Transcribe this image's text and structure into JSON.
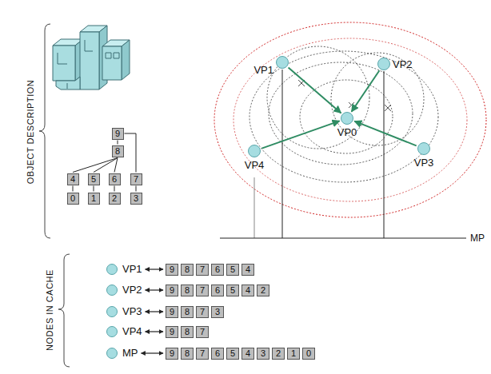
{
  "diagram": {
    "nodes": [
      {
        "text": [
          "9"
        ]
      },
      {
        "text": [
          "8"
        ]
      },
      {
        "text": [
          "4"
        ]
      },
      {
        "text": [
          "5"
        ]
      },
      {
        "text": [
          "6"
        ]
      },
      {
        "text": [
          "7"
        ]
      },
      {
        "text": [
          "0"
        ]
      },
      {
        "text": [
          "1"
        ]
      },
      {
        "text": [
          "2"
        ]
      },
      {
        "text": [
          "3"
        ]
      },
      {
        "text": [
          "VP1"
        ]
      },
      {
        "text": [
          "VP2"
        ]
      },
      {
        "text": [
          "VP0"
        ]
      },
      {
        "text": [
          "VP4"
        ]
      },
      {
        "text": [
          "VP3"
        ]
      },
      {
        "text": [
          "VP1"
        ]
      },
      {
        "text": [
          "9"
        ]
      },
      {
        "text": [
          "8"
        ]
      },
      {
        "text": [
          "7"
        ]
      },
      {
        "text": [
          "6"
        ]
      },
      {
        "text": [
          "5"
        ]
      },
      {
        "text": [
          "4"
        ]
      },
      {
        "text": [
          "VP2"
        ]
      },
      {
        "text": [
          "9"
        ]
      },
      {
        "text": [
          "8"
        ]
      },
      {
        "text": [
          "7"
        ]
      },
      {
        "text": [
          "6"
        ]
      },
      {
        "text": [
          "5"
        ]
      },
      {
        "text": [
          "4"
        ]
      },
      {
        "text": [
          "2"
        ]
      },
      {
        "text": [
          "VP3"
        ]
      },
      {
        "text": [
          "9"
        ]
      },
      {
        "text": [
          "8"
        ]
      },
      {
        "text": [
          "7"
        ]
      },
      {
        "text": [
          "3"
        ]
      },
      {
        "text": [
          "VP4"
        ]
      },
      {
        "text": [
          "9"
        ]
      },
      {
        "text": [
          "8"
        ]
      },
      {
        "text": [
          "7"
        ]
      },
      {
        "text": [
          "MP"
        ]
      },
      {
        "text": [
          "9"
        ]
      },
      {
        "text": [
          "8"
        ]
      },
      {
        "text": [
          "7"
        ]
      },
      {
        "text": [
          "6"
        ]
      },
      {
        "text": [
          "5"
        ]
      },
      {
        "text": [
          "4"
        ]
      },
      {
        "text": [
          "3"
        ]
      },
      {
        "text": [
          "2"
        ]
      },
      {
        "text": [
          "1"
        ]
      },
      {
        "text": [
          "0"
        ]
      }
    ],
    "edges": [
      {
        "from": 0,
        "to": 1,
        "arrow": "none"
      },
      {
        "from": 0,
        "to": 5,
        "arrow": "none"
      },
      {
        "from": 1,
        "to": 2,
        "arrow": "none"
      },
      {
        "from": 1,
        "to": 3,
        "arrow": "none"
      },
      {
        "from": 1,
        "to": 4,
        "arrow": "none"
      },
      {
        "from": 2,
        "to": 6,
        "arrow": "none"
      },
      {
        "from": 3,
        "to": 7,
        "arrow": "none"
      },
      {
        "from": 4,
        "to": 8,
        "arrow": "none"
      },
      {
        "from": 5,
        "to": 9,
        "arrow": "none"
      },
      {
        "from": 10,
        "to": 12,
        "arrow": "to"
      },
      {
        "from": 11,
        "to": 12,
        "arrow": "to"
      },
      {
        "from": 14,
        "to": 12,
        "arrow": "to"
      },
      {
        "from": 13,
        "to": 12,
        "arrow": "to"
      },
      {
        "from": 15,
        "to": 16,
        "arrow": "both"
      },
      {
        "from": 22,
        "to": 23,
        "arrow": "both"
      },
      {
        "from": 30,
        "to": 31,
        "arrow": "both"
      },
      {
        "from": 35,
        "to": 36,
        "arrow": "both"
      },
      {
        "from": 39,
        "to": 40,
        "arrow": "both"
      }
    ],
    "labels": [
      "OBJECT DESCRIPTION",
      "NODES IN CACHE",
      "MP"
    ]
  }
}
